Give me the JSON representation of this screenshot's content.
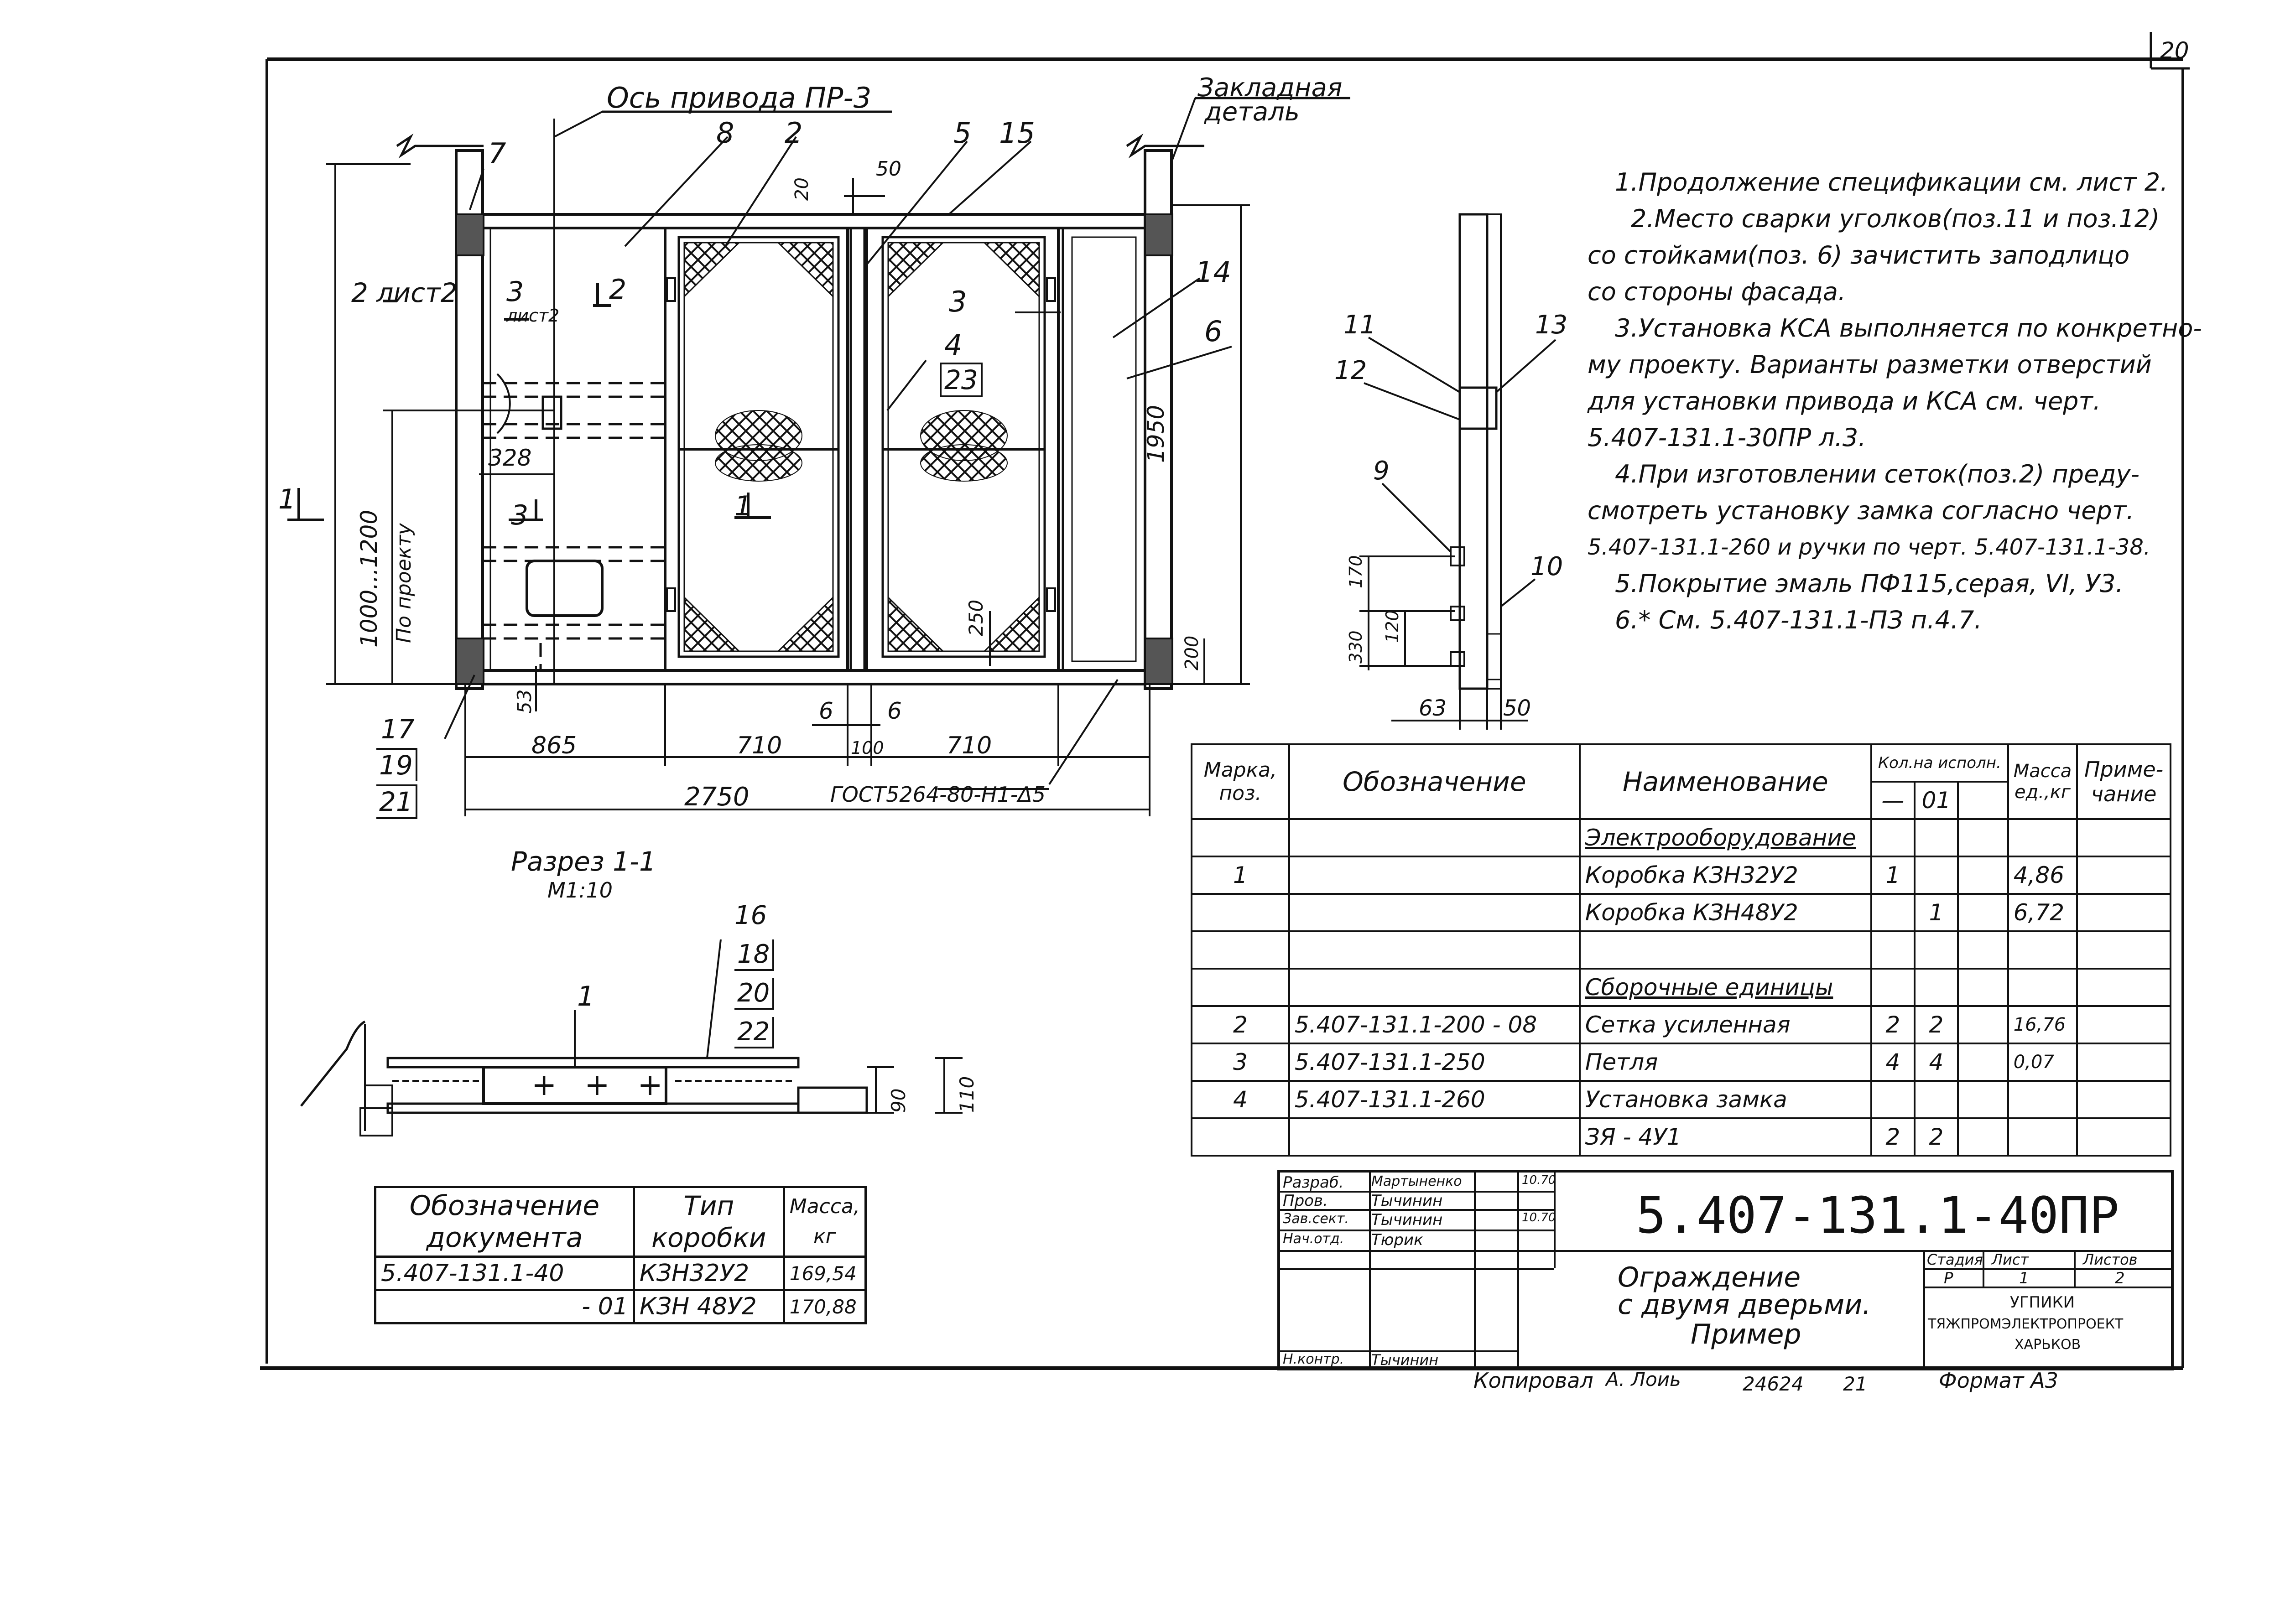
{
  "sheet": {
    "sheet_number": "20",
    "copied_by": "Копировал",
    "copier_name": "А. Лоиь",
    "order_no": "24624",
    "order_suffix": "21",
    "format": "Формат А3"
  },
  "drawing": {
    "labels": {
      "drive_axis": "Ось привода ПР-3",
      "embedded_part_1": "Закладная",
      "embedded_part_2": "деталь",
      "section_note": "2 лист2",
      "section_2": "2",
      "section_3_top": "3",
      "section_3_sheet": "лист2",
      "section_3_bottom": "3",
      "section_1_left": "1",
      "section_1_center": "1",
      "range_label": "1000...1200",
      "by_project": "По проекту",
      "gost": "ГОСТ5264-80-Н1-Δ5"
    },
    "positions": {
      "p7": "7",
      "p8": "8",
      "p2": "2",
      "p5": "5",
      "p15": "15",
      "p14": "14",
      "p6": "6",
      "p3": "3",
      "p4": "4",
      "p23": "23",
      "p17": "17",
      "p19": "19",
      "p21": "21",
      "p11": "11",
      "p12": "12",
      "p13": "13",
      "p9": "9",
      "p10": "10"
    },
    "dimensions": {
      "d50_top": "50",
      "d20": "20",
      "d1950": "1950",
      "d328": "328",
      "d53": "53",
      "d250": "250",
      "d200": "200",
      "d6a": "6",
      "d6b": "6",
      "d865": "865",
      "d710a": "710",
      "d100": "100",
      "d710b": "710",
      "d2750": "2750",
      "d170": "170",
      "d330": "330",
      "d120": "120",
      "d63": "63",
      "d50_side": "50"
    }
  },
  "section": {
    "title": "Разрез 1-1",
    "scale": "М1:10",
    "p1": "1",
    "p16": "16",
    "p18": "18",
    "p20": "20",
    "p22": "22",
    "d90": "90",
    "d110": "110",
    "crosses": "+ + +"
  },
  "notes": [
    "1.Продолжение спецификации см. лист 2.",
    "2.Место сварки уголков(поз.11 и поз.12)",
    "со стойками(поз. 6) зачистить заподлицо",
    "со стороны фасада.",
    "3.Установка КСА выполняется по конкретно-",
    "му проекту. Варианты разметки отверстий",
    "для установки привода и КСА см. черт.",
    "5.407-131.1-30ПР л.3.",
    "4.При изготовлении сеток(поз.2) преду-",
    "смотреть установку замка согласно черт.",
    "5.407-131.1-260 и ручки по черт. 5.407-131.1-38.",
    "5.Покрытие эмаль ПФ115,серая, VI, У3.",
    "6.* См. 5.407-131.1-ПЗ п.4.7."
  ],
  "spec_table": {
    "headers": {
      "mark": "Марка, поз.",
      "designation": "Обозначение",
      "name": "Наименование",
      "qty": "Кол.на исполн.",
      "qty_base": "—",
      "qty_01": "01",
      "mass": "Масса ед.,кг",
      "note": "Приме- чание"
    },
    "rows": [
      {
        "mark": "",
        "designation": "",
        "name": "Электрооборудование",
        "q1": "",
        "q2": "",
        "mass": "",
        "note": ""
      },
      {
        "mark": "1",
        "designation": "",
        "name": "Коробка КЗН32У2",
        "q1": "1",
        "q2": "",
        "mass": "4,86",
        "note": ""
      },
      {
        "mark": "",
        "designation": "",
        "name": "Коробка КЗН48У2",
        "q1": "",
        "q2": "1",
        "mass": "6,72",
        "note": ""
      },
      {
        "mark": "",
        "designation": "",
        "name": "",
        "q1": "",
        "q2": "",
        "mass": "",
        "note": ""
      },
      {
        "mark": "",
        "designation": "",
        "name": "Сборочные единицы",
        "q1": "",
        "q2": "",
        "mass": "",
        "note": ""
      },
      {
        "mark": "2",
        "designation": "5.407-131.1-200 - 08",
        "name": "Сетка усиленная",
        "q1": "2",
        "q2": "2",
        "mass": "16,76",
        "note": ""
      },
      {
        "mark": "3",
        "designation": "5.407-131.1-250",
        "name": "Петля",
        "q1": "4",
        "q2": "4",
        "mass": "0,07",
        "note": ""
      },
      {
        "mark": "4",
        "designation": "5.407-131.1-260",
        "name": "Установка замка",
        "q1": "",
        "q2": "",
        "mass": "",
        "note": ""
      },
      {
        "mark": "",
        "designation": "",
        "name": "ЗЯ - 4У1",
        "q1": "2",
        "q2": "2",
        "mass": "",
        "note": ""
      }
    ]
  },
  "doc_table": {
    "headers": {
      "designation": "Обозначение документа",
      "type": "Тип коробки",
      "mass": "Масса, кг"
    },
    "rows": [
      {
        "designation": "5.407-131.1-40",
        "type": "КЗН32У2",
        "mass": "169,54"
      },
      {
        "designation": "- 01",
        "type": "КЗН 48У2",
        "mass": "170,88"
      }
    ]
  },
  "title_block": {
    "code": "5.407-131.1-40ПР",
    "title_1": "Ограждение",
    "title_2": "с двумя дверьми.",
    "title_3": "Пример",
    "roles": [
      {
        "role": "Разраб.",
        "name": "Мартыненко",
        "date": "10.70"
      },
      {
        "role": "Пров.",
        "name": "Тычинин",
        "date": ""
      },
      {
        "role": "Зав.сект.",
        "name": "Тычинин",
        "date": "10.70"
      },
      {
        "role": "Нач.отд.",
        "name": "Тюрик",
        "date": ""
      },
      {
        "role": "Н.контр.",
        "name": "Тычинин",
        "date": ""
      }
    ],
    "stage_label": "Стадия",
    "sheet_label": "Лист",
    "sheets_label": "Листов",
    "stage": "Р",
    "sheet": "1",
    "sheets": "2",
    "org_1": "УГПИКИ",
    "org_2": "ТЯЖПРОМЭЛЕКТРОПРОЕКТ",
    "org_3": "ХАРЬКОВ"
  }
}
